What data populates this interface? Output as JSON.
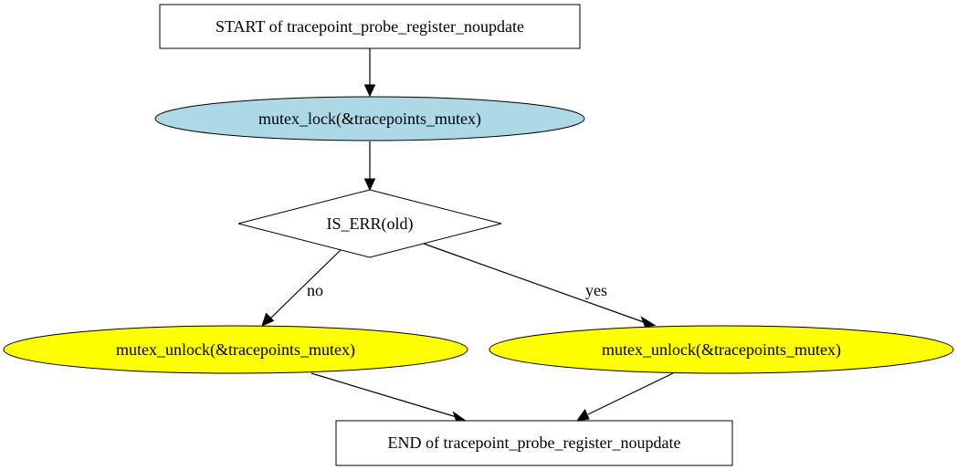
{
  "nodes": {
    "start": {
      "label": "START of tracepoint_probe_register_noupdate",
      "shape": "box",
      "fill": "#ffffff"
    },
    "lock": {
      "label": "mutex_lock(&tracepoints_mutex)",
      "shape": "ellipse",
      "fill": "#add8e6"
    },
    "decision": {
      "label": "IS_ERR(old)",
      "shape": "diamond",
      "fill": "#ffffff"
    },
    "unlock_no": {
      "label": "mutex_unlock(&tracepoints_mutex)",
      "shape": "ellipse",
      "fill": "#ffff00"
    },
    "unlock_yes": {
      "label": "mutex_unlock(&tracepoints_mutex)",
      "shape": "ellipse",
      "fill": "#ffff00"
    },
    "end": {
      "label": "END of tracepoint_probe_register_noupdate",
      "shape": "box",
      "fill": "#ffffff"
    }
  },
  "edges": [
    {
      "from": "start",
      "to": "lock",
      "label": ""
    },
    {
      "from": "lock",
      "to": "decision",
      "label": ""
    },
    {
      "from": "decision",
      "to": "unlock_no",
      "label": "no"
    },
    {
      "from": "decision",
      "to": "unlock_yes",
      "label": "yes"
    },
    {
      "from": "unlock_no",
      "to": "end",
      "label": ""
    },
    {
      "from": "unlock_yes",
      "to": "end",
      "label": ""
    }
  ]
}
